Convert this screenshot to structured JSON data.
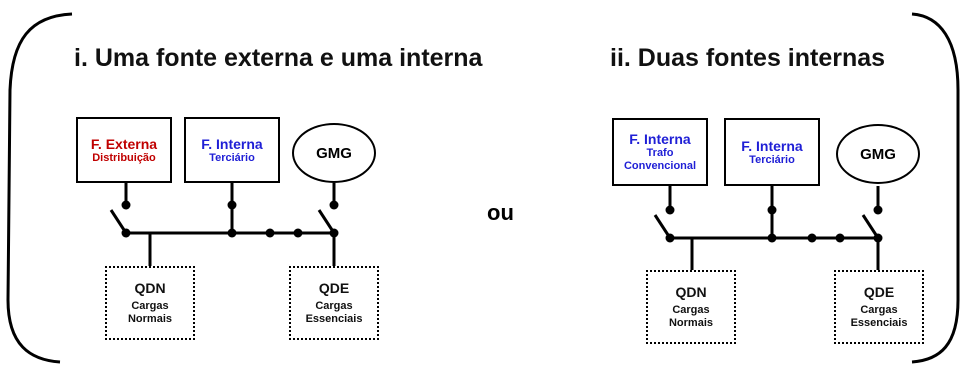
{
  "left": {
    "title": "i. Uma fonte externa e uma interna",
    "source_a": {
      "name": "F. Externa",
      "detail": "Distribuição"
    },
    "source_b": {
      "name": "F. Interna",
      "detail": "Terciário"
    },
    "generator": "GMG",
    "qdn": {
      "name": "QDN",
      "line1": "Cargas",
      "line2": "Normais"
    },
    "qde": {
      "name": "QDE",
      "line1": "Cargas",
      "line2": "Essenciais"
    }
  },
  "connector": "ou",
  "right": {
    "title": "ii. Duas fontes internas",
    "source_a": {
      "name": "F. Interna",
      "detail1": "Trafo",
      "detail2": "Convencional"
    },
    "source_b": {
      "name": "F. Interna",
      "detail": "Terciário"
    },
    "generator": "GMG",
    "qdn": {
      "name": "QDN",
      "line1": "Cargas",
      "line2": "Normais"
    },
    "qde": {
      "name": "QDE",
      "line1": "Cargas",
      "line2": "Essenciais"
    }
  },
  "colors": {
    "external": "#c00000",
    "internal": "#1f1fd6",
    "line": "#000000"
  }
}
